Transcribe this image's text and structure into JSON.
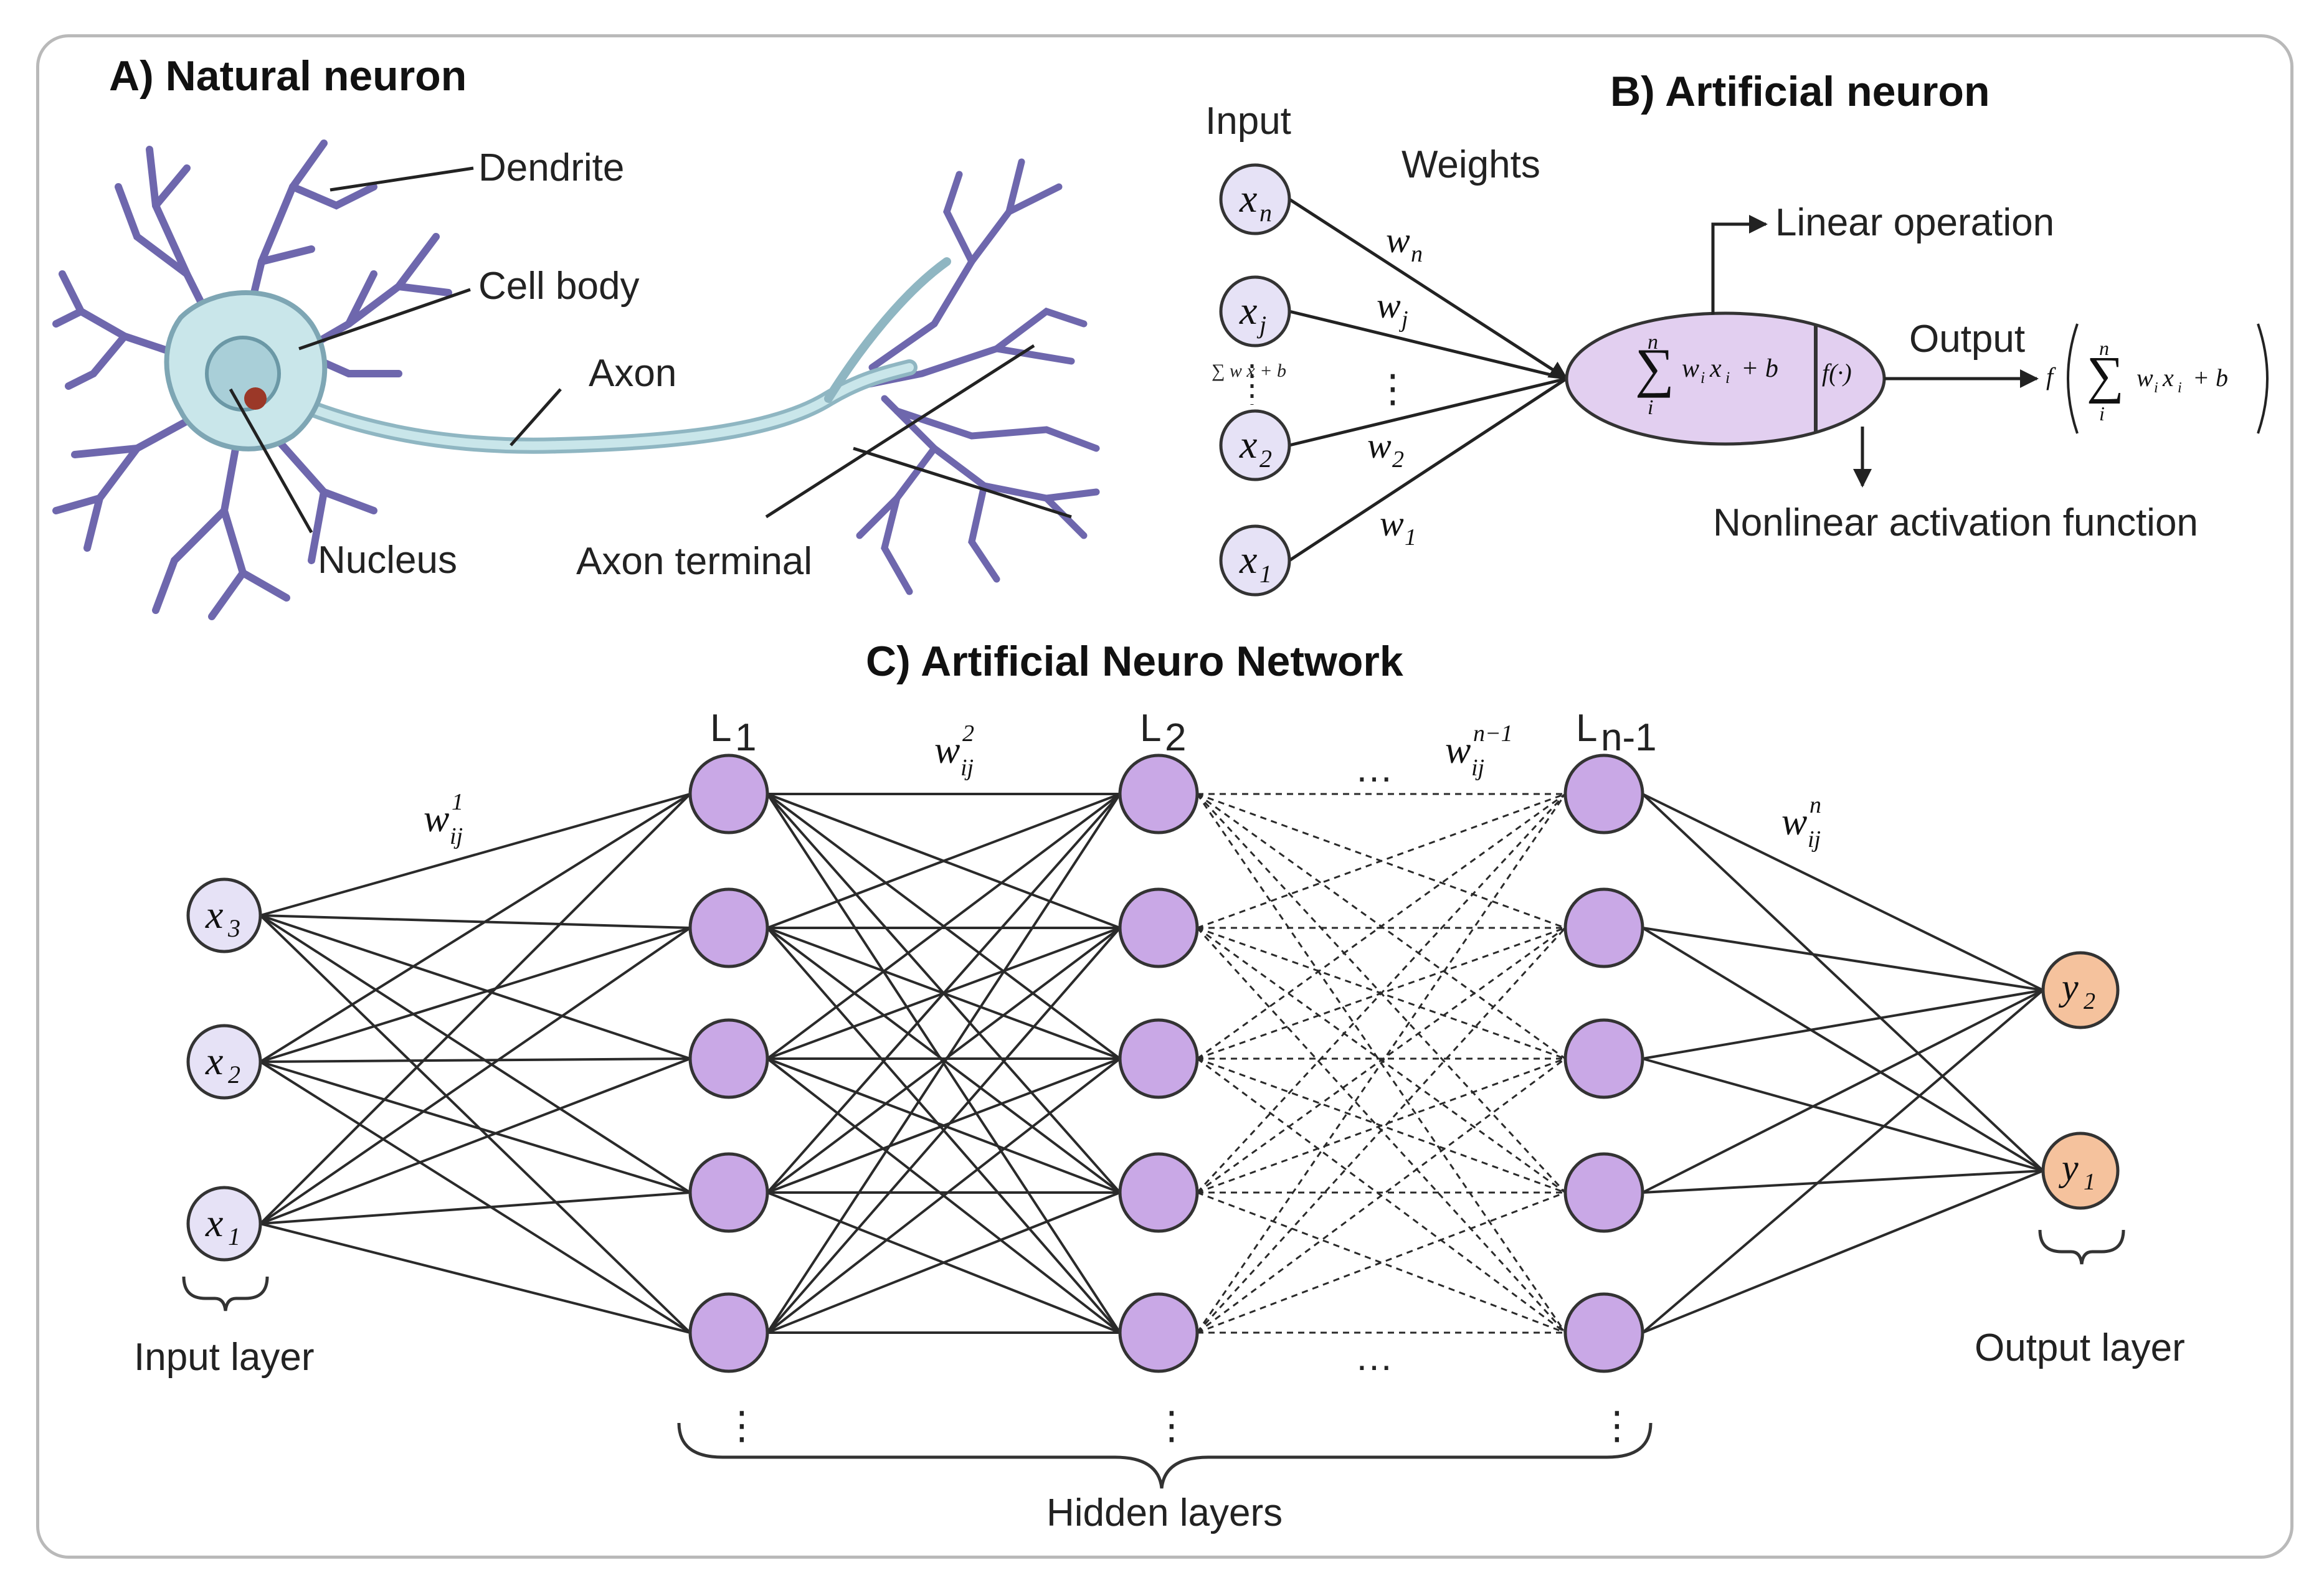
{
  "panel_a": {
    "title": "A) Natural neuron",
    "labels": {
      "dendrite": "Dendrite",
      "cell_body": "Cell body",
      "axon": "Axon",
      "nucleus": "Nucleus",
      "axon_terminal": "Axon terminal"
    }
  },
  "panel_b": {
    "title": "B) Artificial neuron",
    "input_label": "Input",
    "weights_label": "Weights",
    "inputs": [
      {
        "base": "x",
        "sub": "n"
      },
      {
        "base": "x",
        "sub": "j"
      },
      {
        "base": "x",
        "sub": "2"
      },
      {
        "base": "x",
        "sub": "1"
      }
    ],
    "weights": [
      {
        "base": "w",
        "sub": "n"
      },
      {
        "base": "w",
        "sub": "j"
      },
      {
        "base": "w",
        "sub": "2"
      },
      {
        "base": "w",
        "sub": "1"
      }
    ],
    "vertical_dots": "⋮",
    "summation": {
      "sigma": "∑",
      "upper": "n",
      "lower": "i",
      "term": "w",
      "term_sub": "i",
      "var": "x",
      "var_sub": "i",
      "bias": "+ b"
    },
    "small_formula": "∑ w x + b",
    "activation": "f(·)",
    "linear_operation": "Linear operation",
    "output_label": "Output",
    "output_formula_prefix": "f",
    "nonlinear_label": "Nonlinear activation function"
  },
  "panel_c": {
    "title": "C) Artificial Neuro Network",
    "input_nodes": [
      {
        "base": "x",
        "sub": "3"
      },
      {
        "base": "x",
        "sub": "2"
      },
      {
        "base": "x",
        "sub": "1"
      }
    ],
    "output_nodes": [
      {
        "base": "y",
        "sub": "2"
      },
      {
        "base": "y",
        "sub": "1"
      }
    ],
    "layer_labels": [
      {
        "base": "L",
        "sub": "1"
      },
      {
        "base": "L",
        "sub": "2"
      },
      {
        "base": "L",
        "sub": "n-1"
      }
    ],
    "weight_labels": [
      {
        "base": "w",
        "sup": "1",
        "sub": "ij"
      },
      {
        "base": "w",
        "sup": "2",
        "sub": "ij"
      },
      {
        "base": "w",
        "sup": "n−1",
        "sub": "ij"
      },
      {
        "base": "w",
        "sup": "n",
        "sub": "ij"
      }
    ],
    "ellipsis": "…",
    "vertical_dots": "⋮",
    "input_layer_label": "Input layer",
    "hidden_layers_label": "Hidden layers",
    "output_layer_label": "Output layer"
  },
  "colors": {
    "input_node_fill": "#e6e2f6",
    "hidden_node_fill": "#c9a8e6",
    "output_node_fill": "#f5c29d",
    "neuron_body_fill": "#e2cff0",
    "dendrite_color": "#6e67ad",
    "cell_body_color": "#c9e6ea",
    "nucleus_fill": "#9b3828",
    "line_color": "#2a2a2a"
  }
}
